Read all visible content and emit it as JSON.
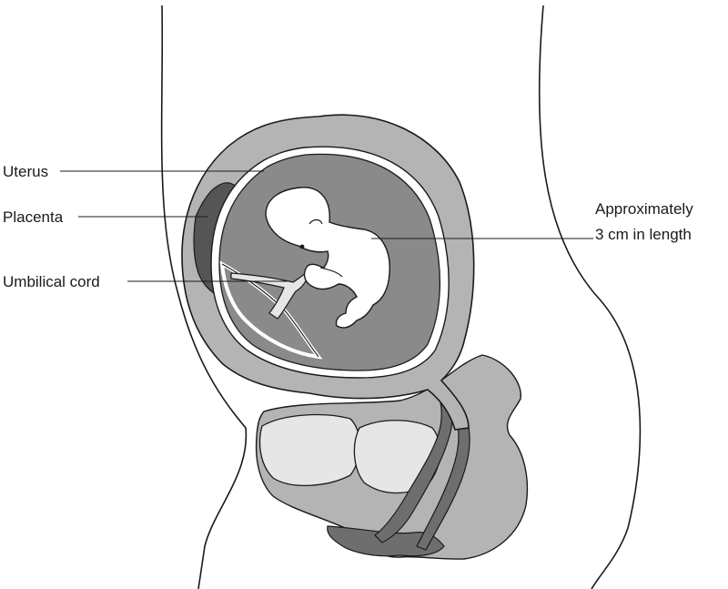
{
  "labels": {
    "uterus": "Uterus",
    "placenta": "Placenta",
    "umbilical_cord": "Umbilical cord",
    "size_line1": "Approximately",
    "size_line2": "3 cm in length"
  },
  "colors": {
    "outline": "#1a1a1a",
    "uterine_wall": "#b4b4b4",
    "amniotic_cavity": "#8a8a8a",
    "placenta": "#555555",
    "pelvic_tissue": "#b4b4b4",
    "bone": "#e6e6e6",
    "dark_tissue": "#6e6e6e",
    "embryo": "#ffffff"
  }
}
